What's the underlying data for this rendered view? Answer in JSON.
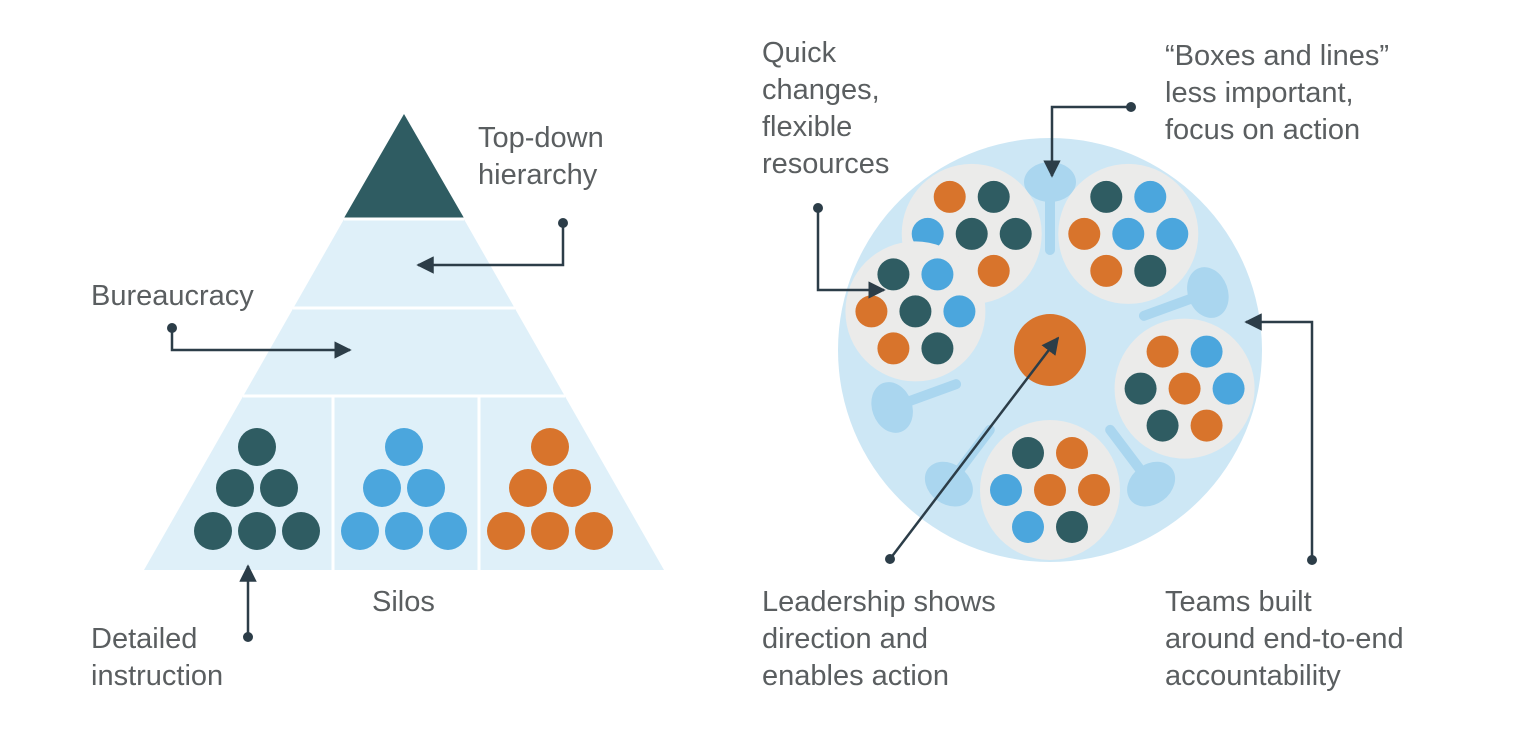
{
  "colors": {
    "dark_teal": "#2f5c62",
    "light_blue": "#4ba6dd",
    "orange": "#d8742c",
    "pyramid_fill": "#dff0f9",
    "circle_fill": "#cde7f5",
    "pod_fill": "#ebebea",
    "connector_fill": "#aad6ef",
    "line": "#2c3d48",
    "text": "#5a5e60"
  },
  "left_diagram": {
    "labels": {
      "top_down": [
        "Top-down",
        "hierarchy"
      ],
      "bureaucracy": [
        "Bureaucracy"
      ],
      "silos": [
        "Silos"
      ],
      "detailed_instruction": [
        "Detailed",
        "instruction"
      ]
    },
    "silo_colors": [
      "dark_teal",
      "light_blue",
      "orange"
    ]
  },
  "right_diagram": {
    "labels": {
      "quick_changes": [
        "Quick",
        "changes,",
        "flexible",
        "resources"
      ],
      "boxes_and_lines": [
        "“Boxes and lines”",
        "less important,",
        "focus on action"
      ],
      "leadership": [
        "Leadership shows",
        "direction and",
        "enables action"
      ],
      "teams": [
        "Teams built",
        "around end-to-end",
        "accountability"
      ]
    },
    "pods": [
      [
        "orange",
        "dark_teal",
        "light_blue",
        "dark_teal",
        "dark_teal",
        "light_blue",
        "orange"
      ],
      [
        "dark_teal",
        "light_blue",
        "orange",
        "light_blue",
        "light_blue",
        "orange",
        "dark_teal"
      ],
      [
        "dark_teal",
        "light_blue",
        "orange",
        "dark_teal",
        "light_blue",
        "orange",
        "dark_teal"
      ],
      [
        "orange",
        "light_blue",
        "dark_teal",
        "orange",
        "light_blue",
        "dark_teal",
        "orange"
      ],
      [
        "dark_teal",
        "orange",
        "light_blue",
        "orange",
        "orange",
        "light_blue",
        "dark_teal"
      ]
    ]
  }
}
